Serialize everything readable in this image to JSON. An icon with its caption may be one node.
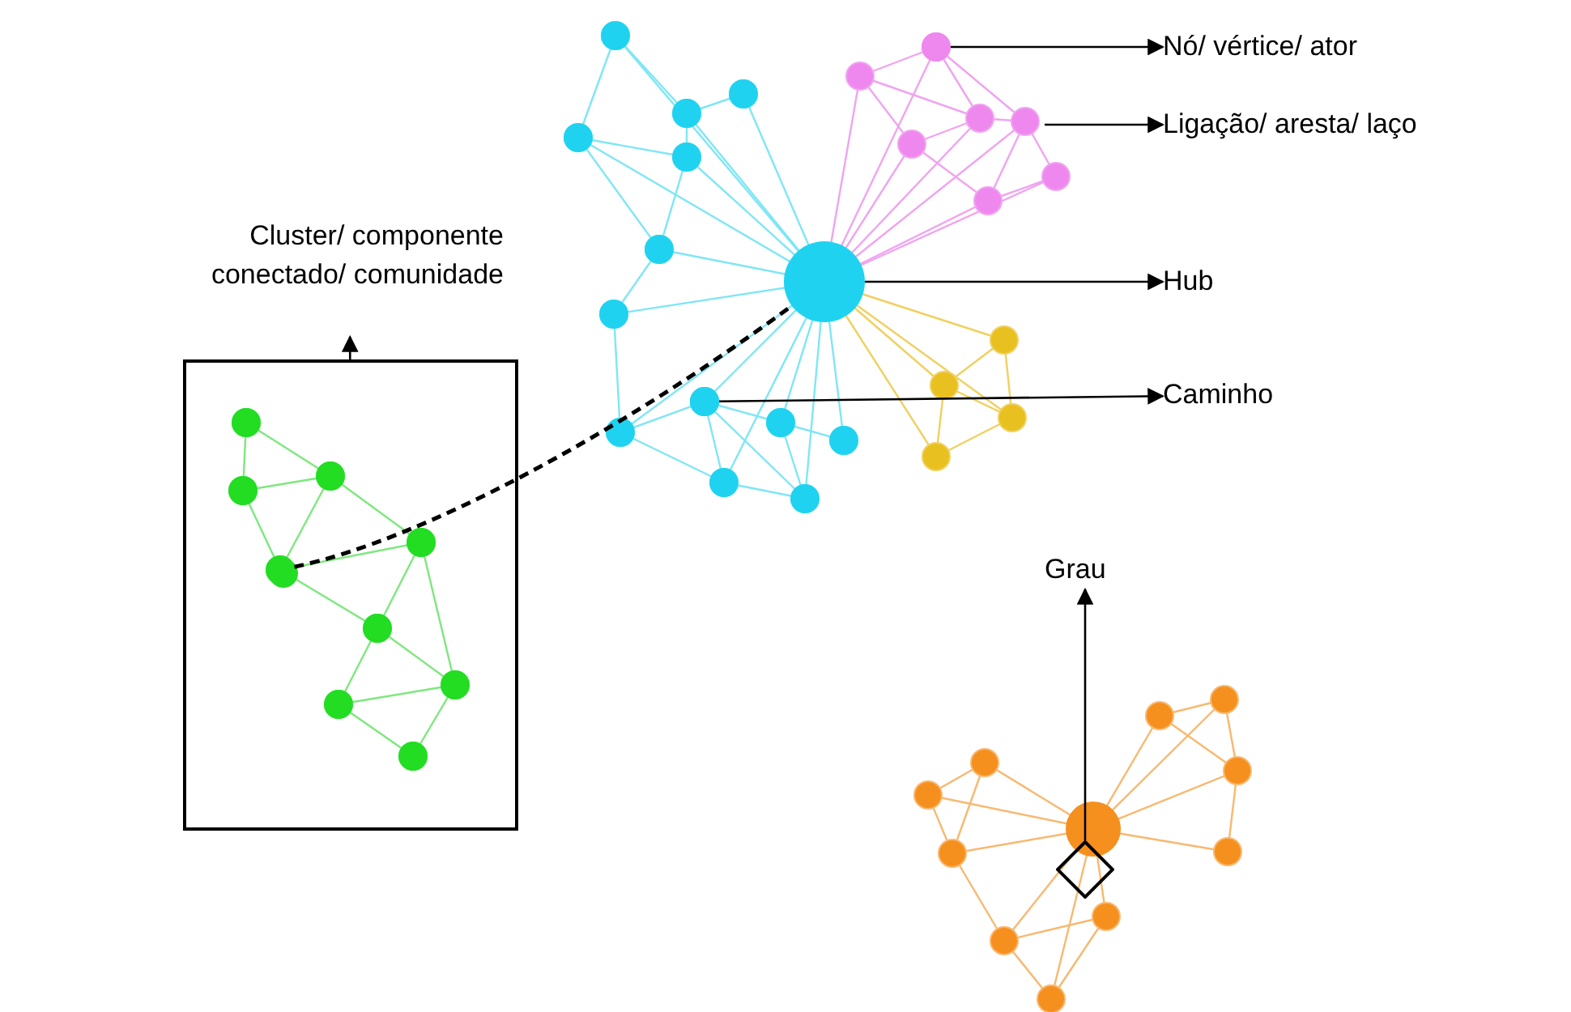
{
  "diagram": {
    "nodes": [
      {
        "text": [
          "Cluster/ componente conectado/ comunidade"
        ]
      },
      {
        "text": [],
        "shape": "box"
      },
      {
        "text": [
          "Nó/ vértice/ ator"
        ]
      },
      {
        "text": [
          "Ligação/ aresta/ laço"
        ]
      },
      {
        "text": [
          "Hub"
        ]
      },
      {
        "text": [
          "Caminho"
        ]
      },
      {
        "text": [
          "Grau"
        ]
      },
      {
        "text": [],
        "shape": "circle"
      },
      {
        "text": [],
        "shape": "circle"
      },
      {
        "text": [],
        "shape": "circle"
      },
      {
        "text": [],
        "shape": "diamond"
      },
      {
        "text": [],
        "shape": "circle",
        "in": 1
      }
    ],
    "edges": [
      {
        "from": 1,
        "to": 0,
        "arrow": "to"
      },
      {
        "from": 7,
        "to": 2,
        "arrow": "to"
      },
      {
        "from": null,
        "to": 3,
        "arrow": "to"
      },
      {
        "from": 8,
        "to": 4,
        "arrow": "to"
      },
      {
        "from": 9,
        "to": 5,
        "arrow": "to"
      },
      {
        "from": 10,
        "to": 6,
        "arrow": "to"
      },
      {
        "from": 11,
        "to": 8,
        "arrow": "none",
        "style": "dashed"
      }
    ]
  }
}
